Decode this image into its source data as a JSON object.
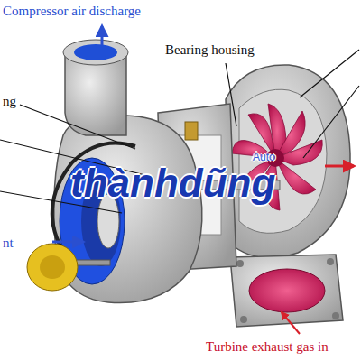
{
  "diagram": {
    "labels": [
      "Compressor air discharge",
      "Bearing housing",
      "ng",
      "nt",
      "Turbine exhaust gas in",
      "thànhdũng",
      "Auto"
    ]
  }
}
